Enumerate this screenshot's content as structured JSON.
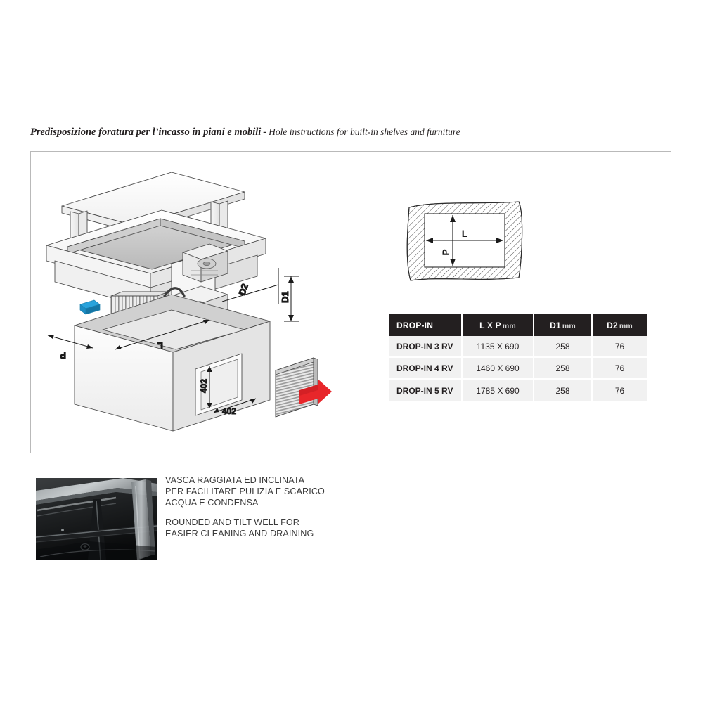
{
  "title": {
    "italian": "Predisposizione foratura per l’incasso in piani e mobili",
    "separator": "-",
    "english": "Hole instructions for built-in shelves and furniture"
  },
  "cutout_detail": {
    "label_length": "L",
    "label_depth": "P"
  },
  "iso_drawing": {
    "dim_length": "L",
    "dim_depth": "P",
    "dim_d1": "D1",
    "dim_d2": "D2",
    "grille_height": "402",
    "grille_width": "402"
  },
  "table": {
    "columns": [
      {
        "label": "DROP-IN",
        "unit": ""
      },
      {
        "label": "L X P",
        "unit": "mm"
      },
      {
        "label": "D1",
        "unit": "mm"
      },
      {
        "label": "D2",
        "unit": "mm"
      }
    ],
    "rows": [
      {
        "model": "DROP-IN 3 RV",
        "lxp": "1135 X 690",
        "d1": "258",
        "d2": "76"
      },
      {
        "model": "DROP-IN 4 RV",
        "lxp": "1460 X 690",
        "d1": "258",
        "d2": "76"
      },
      {
        "model": "DROP-IN 5 RV",
        "lxp": "1785 X 690",
        "d1": "258",
        "d2": "76"
      }
    ]
  },
  "feature_caption": {
    "italian": [
      "VASCA RAGGIATA ED INCLINATA",
      "PER FACILITARE PULIZIA E SCARICO",
      "ACQUA E CONDENSA"
    ],
    "english": [
      "ROUNDED AND TILT WELL FOR",
      "EASIER CLEANING AND DRAINING"
    ]
  },
  "colors": {
    "header_bg": "#231f20",
    "row_bg": "#f1f1f1",
    "frame_border": "#b9b9b9",
    "arrow_red": "#e8262a",
    "valve_blue": "#29a3dc",
    "text": "#231f20"
  }
}
